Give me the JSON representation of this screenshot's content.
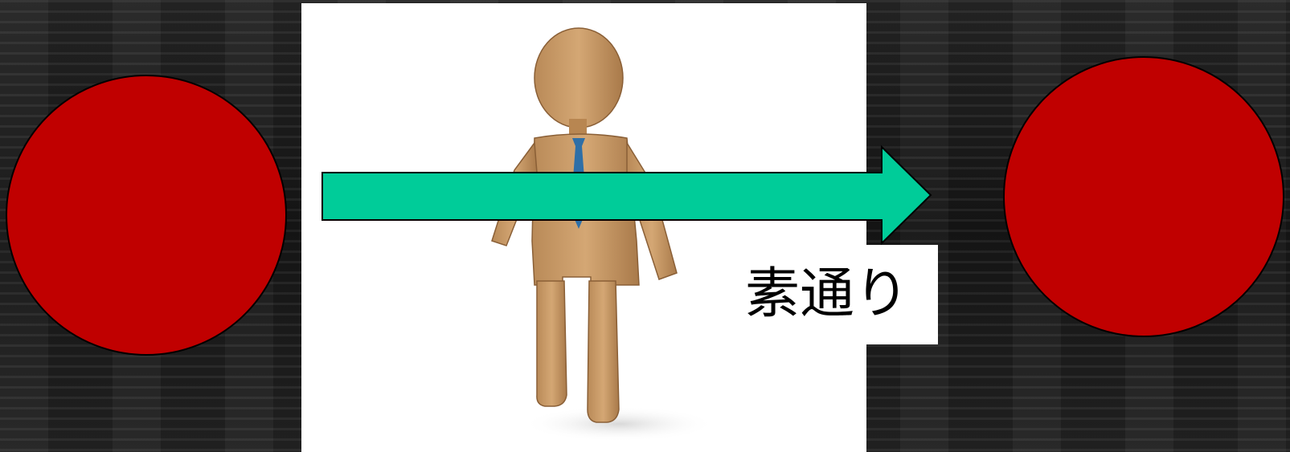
{
  "label": {
    "text": "素通り"
  },
  "colors": {
    "circle_fill": "#c00000",
    "arrow_fill": "#00cc99",
    "panel": "#ffffff",
    "background": "#1a1a1a",
    "figure_wood": "#c99a66",
    "tie": "#2e6fa7"
  },
  "icons": {
    "person": "wooden-businessman-figure",
    "arrow": "right-arrow",
    "circles": "red-circle"
  }
}
